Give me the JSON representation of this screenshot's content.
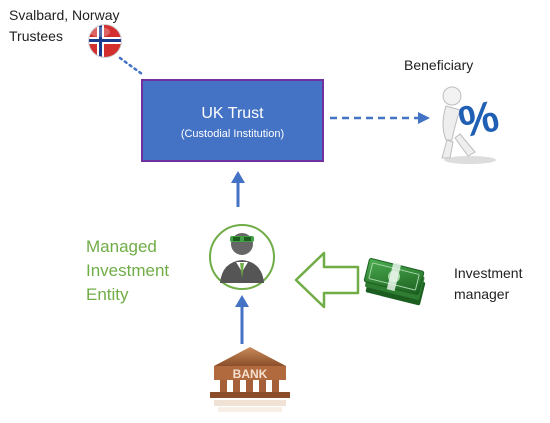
{
  "trustees": {
    "line1": "Svalbard, Norway",
    "line2": "Trustees",
    "flag_icon": "norway-flag-icon"
  },
  "uk_trust": {
    "title": "UK Trust",
    "subtitle": "(Custodial Institution)"
  },
  "beneficiary": {
    "label": "Beneficiary",
    "icon": "percent-figure-icon"
  },
  "managed_investment_entity": {
    "line1": "Managed",
    "line2": "Investment",
    "line3": "Entity",
    "icon": "manager-avatar-icon"
  },
  "investment_manager": {
    "line1": "Investment",
    "line2": "manager",
    "icon": "money-stack-icon"
  },
  "bank": {
    "label": "BANK",
    "icon": "bank-building-icon"
  },
  "colors": {
    "trust_fill": "#4472C4",
    "trust_border": "#7030A0",
    "arrow": "#4472C4",
    "entity_green": "#70AD47",
    "money_green": "#2E7D32"
  }
}
